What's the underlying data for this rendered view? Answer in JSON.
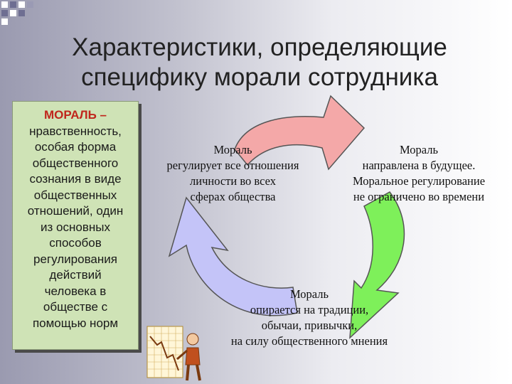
{
  "slide": {
    "title_line1": "Характеристики, определяющие",
    "title_line2": "специфику морали сотрудника"
  },
  "definition": {
    "heading": "МОРАЛЬ –",
    "lines": [
      "нравственность,",
      "особая форма",
      "общественного",
      "сознания в виде",
      "общественных",
      "отношений, один",
      "из основных",
      "способов",
      "регулирования",
      "действий",
      "человека в",
      "обществе с",
      "помощью норм"
    ]
  },
  "cycle": {
    "left_lines": [
      "Мораль",
      "регулирует все отношения",
      "личности во всех",
      "сферах общества"
    ],
    "right_lines": [
      "Мораль",
      "направлена в будущее.",
      "Моральное регулирование",
      "не ограничено во времени"
    ],
    "bottom_lines": [
      "Мораль",
      "опирается на традиции,",
      "обычаи, привычки,",
      "на силу общественного мнения"
    ],
    "colors": {
      "top_arrow": "#f4a8a8",
      "right_arrow": "#7ef05a",
      "bottom_arrow": "#c4c4f8",
      "outline": "#555555"
    }
  }
}
